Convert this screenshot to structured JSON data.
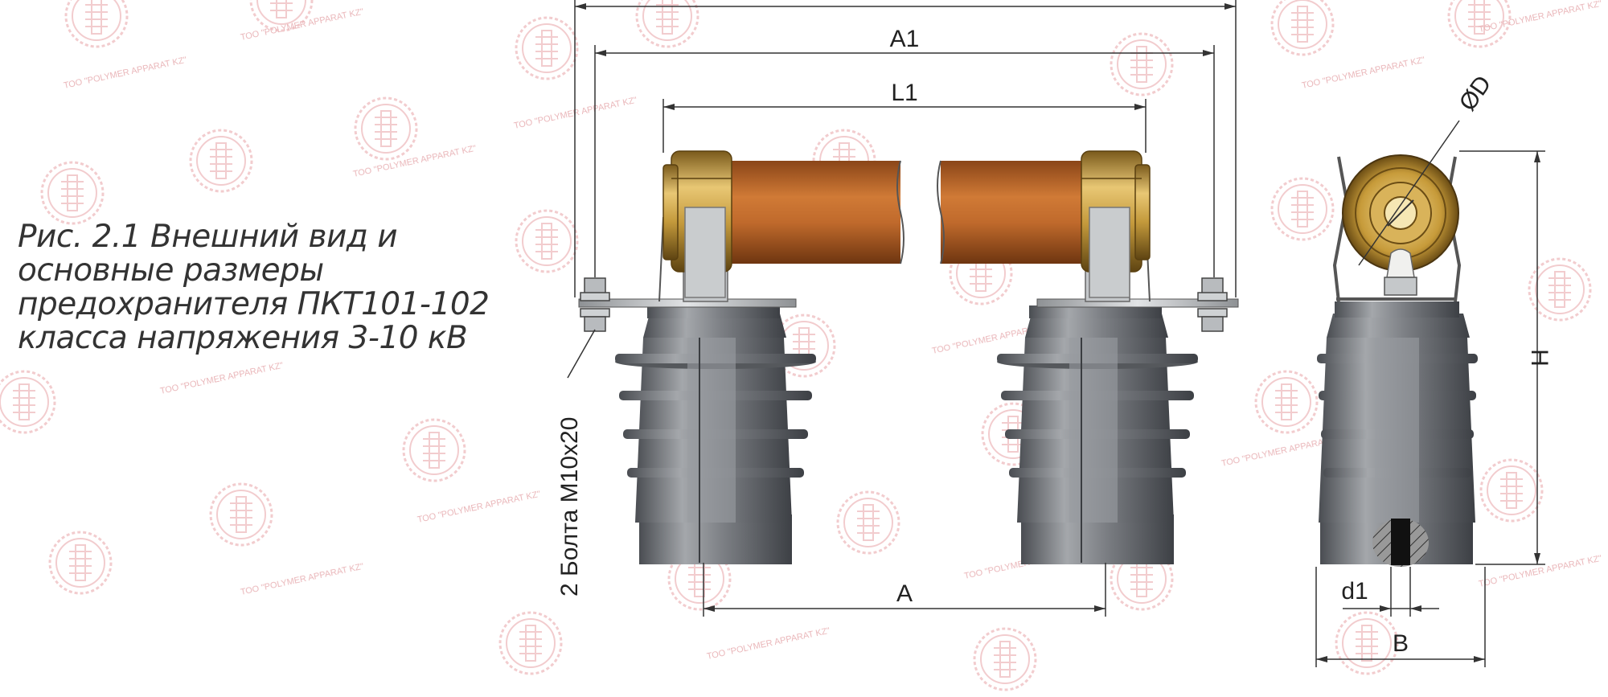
{
  "caption": {
    "line1": "Рис. 2.1 Внешний вид и",
    "line2": "основные размеры",
    "line3": "предохранителя ПКТ101-102",
    "line4": "класса напряжения 3-10 кВ"
  },
  "dimensions": {
    "A1": "A1",
    "L1": "L1",
    "A": "A",
    "D": "ØD",
    "H": "H",
    "d1": "d1",
    "B": "B",
    "bolts": "2 Болта М10х20"
  },
  "watermark": {
    "text": "ТОО \"POLYMER APPARAT KZ\""
  },
  "colors": {
    "fuse_tube": "#b8622a",
    "brass_cap": "#c9a24a",
    "insulator": "#6f7276",
    "metal": "#b9bcbf",
    "watermark": "#f1c7c9"
  }
}
